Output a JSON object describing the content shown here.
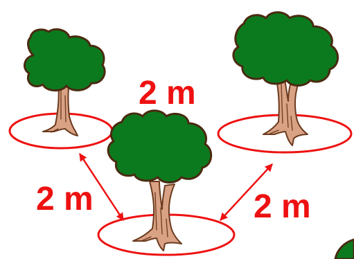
{
  "labels": {
    "top": "2 m",
    "left": "2 m",
    "right": "2 m"
  },
  "colors": {
    "measure": "#ee1111",
    "canopy": "#0b7a1f",
    "canopy_outline": "#4a2a10",
    "trunk": "#d9a285",
    "trunk_outline": "#6b3a1e",
    "background": "#ffffff"
  },
  "diagram": {
    "trees": [
      "tree-left",
      "tree-center",
      "tree-right"
    ],
    "connections": [
      {
        "from": "tree-left",
        "to": "tree-center",
        "label": "left"
      },
      {
        "from": "tree-right",
        "to": "tree-center",
        "label": "right"
      }
    ]
  }
}
